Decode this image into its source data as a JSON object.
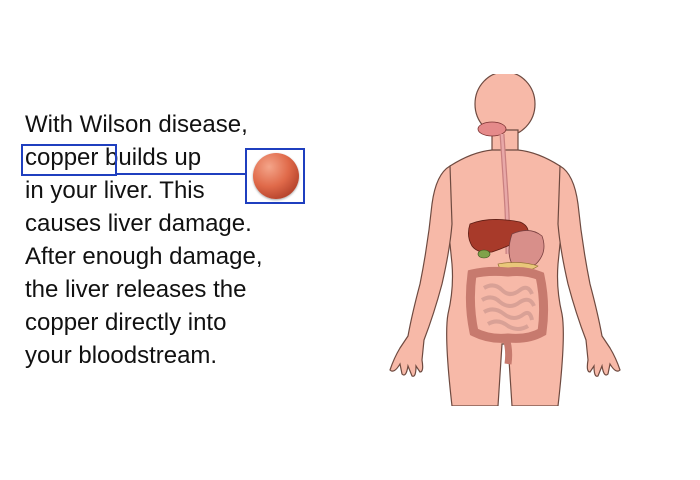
{
  "text_lines": [
    "With Wilson disease,",
    "copper builds up",
    "in your liver. This",
    "causes liver damage.",
    "After enough damage,",
    "the liver releases the",
    "copper directly into",
    "your bloodstream."
  ],
  "highlight_word": "copper",
  "icons": {
    "copper_particle": "copper-particle-icon",
    "human_figure": "human-digestive-system-illustration"
  },
  "colors": {
    "highlight_border": "#1f3fbf",
    "skin": "#f7b9a8",
    "liver": "#a83a2a",
    "copper": "#e06a4a"
  }
}
